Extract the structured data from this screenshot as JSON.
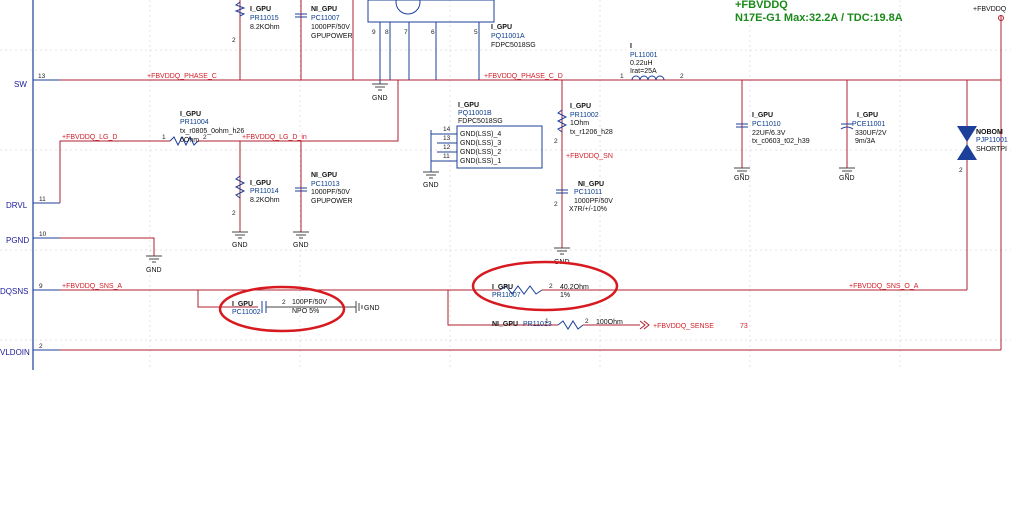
{
  "header": {
    "rail": "+FBVDDQ",
    "spec": "N17E-G1 Max:32.2A / TDC:19.8A",
    "rail_tag_top_right": "+FBVDDQ"
  },
  "ports": {
    "sw": {
      "num": "13",
      "name": "SW"
    },
    "drvl": {
      "num": "11",
      "name": "DRVL"
    },
    "pgnd": {
      "num": "10",
      "name": "PGND"
    },
    "dqsns": {
      "num": "9",
      "name": "DQSNS"
    },
    "vldoin": {
      "num": "2",
      "name": "VLDOIN"
    }
  },
  "nets": {
    "phase_c": "+FBVDDQ_PHASE_C",
    "phase_c_d": "+FBVDDQ_PHASE_C_D",
    "lg_d": "+FBVDDQ_LG_D",
    "lg_d_in": "+FBVDDQ_LG_D_in",
    "sn": "+FBVDDQ_SN",
    "sns_a": "+FBVDDQ_SNS_A",
    "sns_o_a": "+FBVDDQ_SNS_O_A",
    "sense": "+FBVDDQ_SENSE",
    "sense_ref": "73"
  },
  "components": {
    "pr11015": {
      "dept": "I_GPU",
      "ref": "PR11015",
      "value": "8.2KOhm",
      "pin": "2"
    },
    "pc11007": {
      "dept": "NI_GPU",
      "ref": "PC11007",
      "value": "1000PF/50V",
      "note": "GPUPOWER"
    },
    "pq11001a": {
      "dept": "I_GPU",
      "ref": "PQ11001A",
      "value": "FDPC5018SG",
      "pins": [
        "9",
        "8",
        "7",
        "6",
        "5"
      ]
    },
    "pl11001": {
      "dept": "I",
      "ref": "PL11001",
      "value": "0.22uH",
      "note": "Irat=25A",
      "pin1": "1",
      "pin2": "2"
    },
    "pr11004": {
      "dept": "I_GPU",
      "ref": "PR11004",
      "value": "tx_r0805_0ohm_h26",
      "value2": "0Ohm",
      "pin1": "1",
      "pin2": "2"
    },
    "pr11014": {
      "dept": "I_GPU",
      "ref": "PR11014",
      "value": "8.2KOhm",
      "pin": "2"
    },
    "pc11013": {
      "dept": "NI_GPU",
      "ref": "PC11013",
      "value": "1000PF/50V",
      "note": "GPUPOWER"
    },
    "pq11001b": {
      "dept": "I_GPU",
      "ref": "PQ11001B",
      "value": "FDPC5018SG",
      "pins": [
        "14",
        "13",
        "12",
        "11"
      ],
      "pin_names": [
        "GND(LSS)_4",
        "GND(LSS)_3",
        "GND(LSS)_2",
        "GND(LSS)_1"
      ]
    },
    "pr11002": {
      "dept": "I_GPU",
      "ref": "PR11002",
      "value": "1Ohm",
      "note": "tx_r1206_h28",
      "pin": "2"
    },
    "pc11011": {
      "dept": "NI_GPU",
      "ref": "PC11011",
      "value": "1000PF/50V",
      "note": "X7R/+/-10%",
      "pin": "2"
    },
    "pc11010": {
      "dept": "I_GPU",
      "ref": "PC11010",
      "value": "22UF/6.3V",
      "note": "tx_c0603_t02_h39"
    },
    "pce11001": {
      "dept": "I_GPU",
      "ref": "PCE11001",
      "value": "330UF/2V",
      "note": "9m/3A"
    },
    "pjp11001": {
      "dept": "NOBOM",
      "ref": "PJP11001",
      "value": "SHORTPI",
      "pin": "2"
    },
    "pc11002": {
      "dept": "I_GPU",
      "ref": "PC11002",
      "value": "100PF/50V",
      "note": "NPO 5%",
      "gnd": "GND",
      "pin2": "2"
    },
    "pr11007": {
      "dept": "I_GPU",
      "ref": "PR11007",
      "value": "40.2Ohm",
      "note": "1%",
      "pin2": "2"
    },
    "pr11013": {
      "dept": "NI_GPU",
      "ref": "PR11013",
      "value": "100Ohm",
      "pin1": "1",
      "pin2": "2"
    }
  },
  "gnd_label": "GND",
  "pin_labels": {
    "one": "1",
    "two": "2"
  }
}
